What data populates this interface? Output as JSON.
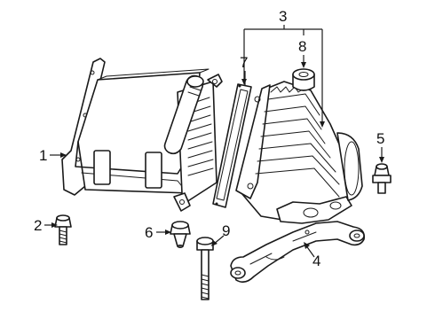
{
  "callouts": [
    {
      "id": "1",
      "label": "1"
    },
    {
      "id": "2",
      "label": "2"
    },
    {
      "id": "3",
      "label": "3"
    },
    {
      "id": "4",
      "label": "4"
    },
    {
      "id": "5",
      "label": "5"
    },
    {
      "id": "6",
      "label": "6"
    },
    {
      "id": "7",
      "label": "7"
    },
    {
      "id": "8",
      "label": "8"
    },
    {
      "id": "9",
      "label": "9"
    }
  ],
  "colors": {
    "line": "#1a1a1a",
    "background": "#ffffff"
  }
}
